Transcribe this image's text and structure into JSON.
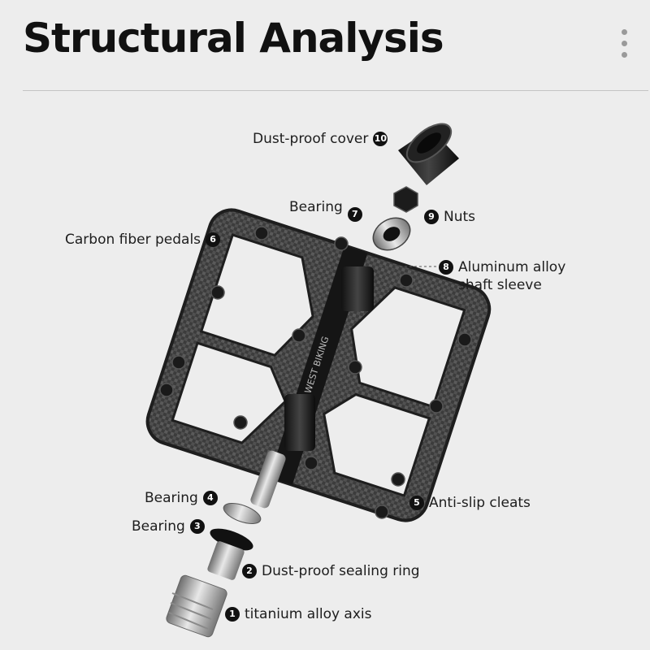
{
  "header": {
    "title": "Structural Analysis",
    "menu_icon": "more-vertical-icon"
  },
  "parts": [
    {
      "number": "1",
      "name": "titanium alloy axis"
    },
    {
      "number": "2",
      "name": "Dust-proof sealing ring"
    },
    {
      "number": "3",
      "name": "Bearing"
    },
    {
      "number": "4",
      "name": "Bearing"
    },
    {
      "number": "5",
      "name": "Anti-slip cleats"
    },
    {
      "number": "6",
      "name": "Carbon fiber pedals"
    },
    {
      "number": "7",
      "name": "Bearing"
    },
    {
      "number": "8",
      "name": "Aluminum alloy",
      "name_line2": "shaft sleeve"
    },
    {
      "number": "9",
      "name": "Nuts"
    },
    {
      "number": "10",
      "name": "Dust-proof cover"
    }
  ],
  "colors": {
    "background": "#ededed",
    "badge": "#111111",
    "pedal_body": "#3a3a3a"
  }
}
